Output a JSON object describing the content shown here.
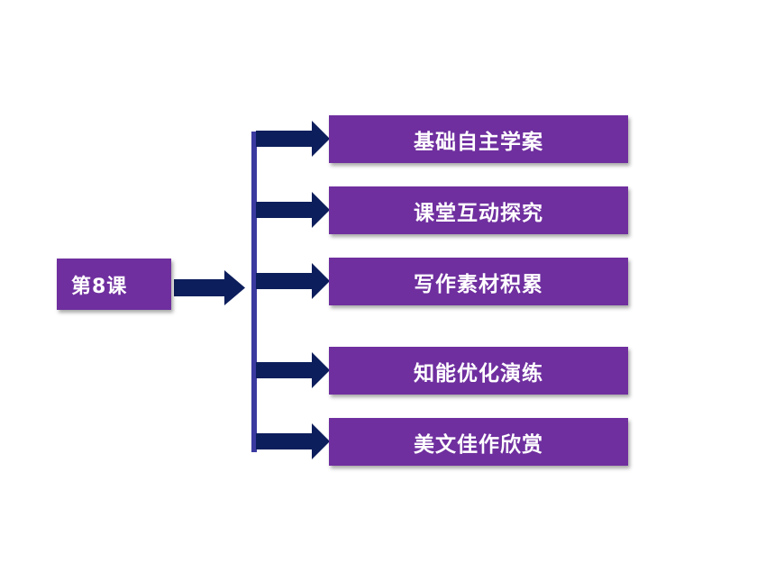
{
  "root": {
    "label": "第8课"
  },
  "branches": [
    {
      "label": "基础自主学案"
    },
    {
      "label": "课堂互动探究"
    },
    {
      "label": "写作素材积累"
    },
    {
      "label": "知能优化演练"
    },
    {
      "label": "美文佳作欣赏"
    }
  ],
  "colors": {
    "box_fill": "#6f2f9f",
    "box_text": "#ffffff",
    "arrow": "#0d1e5c",
    "bracket": "#3a3aa0"
  }
}
